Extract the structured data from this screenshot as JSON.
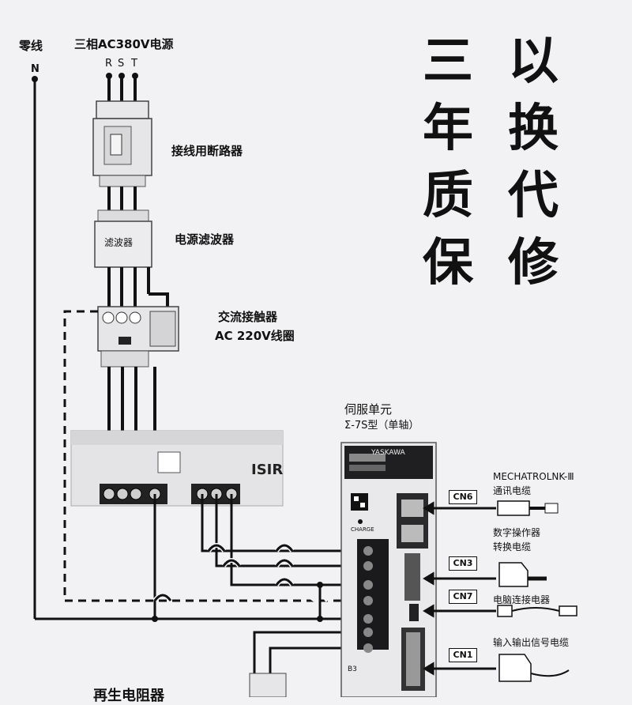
{
  "labels": {
    "neutral": "零线",
    "neutral_symbol": "N",
    "power": "三相AC380V电源",
    "phase_r": "R",
    "phase_s": "S",
    "phase_t": "T",
    "breaker": "接线用断路器",
    "filter": "电源滤波器",
    "contactor_line1": "交流接触器",
    "contactor_line2": "AC 220V线圈",
    "servo_title": "伺服单元",
    "servo_model": "Σ-7S型（单轴）",
    "regen_resistor": "再生电阻器",
    "mechatrolink_line1": "MECHATROLNK-Ⅲ",
    "mechatrolink_line2": "通讯电缆",
    "operator_line1": "数字操作器",
    "operator_line2": "转换电缆",
    "pc_connector": "电脑连接电器",
    "io_cable": "输入输出信号电缆"
  },
  "slogan": {
    "col1": [
      "三",
      "年",
      "质",
      "保"
    ],
    "col2": [
      "以",
      "换",
      "代",
      "修"
    ]
  },
  "connectors": {
    "cn6": "CN6",
    "cn3": "CN3",
    "cn7": "CN7",
    "cn1": "CN1"
  },
  "device_text": {
    "filter_body": "滤波器",
    "servo_brand": "YASKAWA",
    "charge": "CHARGE",
    "b3": "B3"
  },
  "colors": {
    "line": "#111111",
    "device": "#e6e6e8"
  }
}
